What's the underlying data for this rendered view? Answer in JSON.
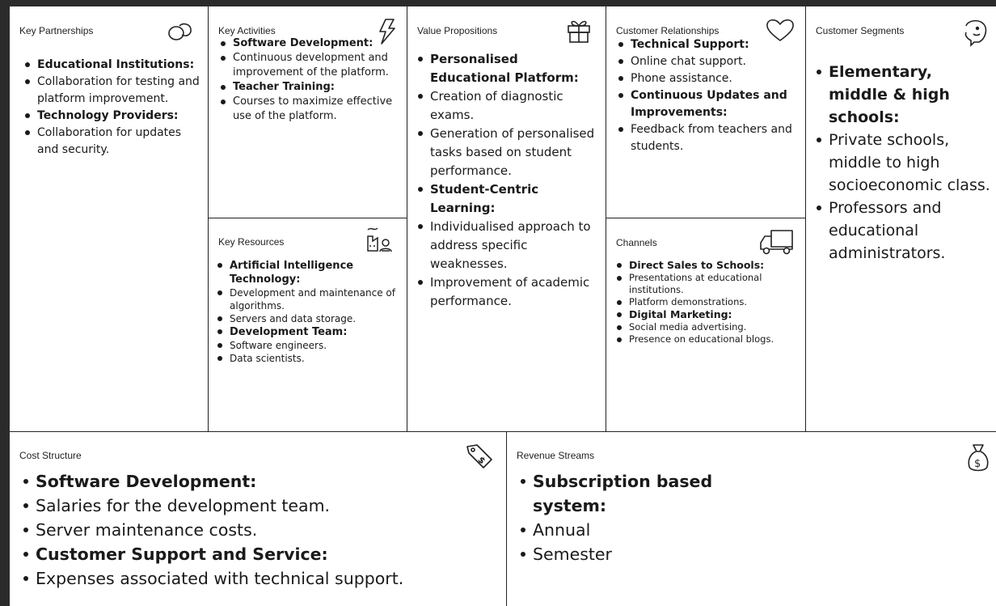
{
  "canvas": {
    "key_partnerships": {
      "title": "Key Partnerships",
      "icon": "link-icon",
      "items": [
        {
          "text": "Educational Institutions:",
          "bold": true
        },
        {
          "text": "Collaboration for testing and platform improvement.",
          "bold": false
        },
        {
          "text": "Technology Providers:",
          "bold": true
        },
        {
          "text": "Collaboration for updates and security.",
          "bold": false
        }
      ]
    },
    "key_activities": {
      "title": "Key Activities",
      "icon": "lightning-icon",
      "items": [
        {
          "text": "Software Development:",
          "bold": true
        },
        {
          "text": "Continuous development and improvement of the platform.",
          "bold": false
        },
        {
          "text": "Teacher Training:",
          "bold": true
        },
        {
          "text": "Courses to maximize effective use of the platform.",
          "bold": false
        }
      ]
    },
    "key_resources": {
      "title": "Key Resources",
      "icon": "factory-worker-icon",
      "items": [
        {
          "text": "Artificial Intelligence Technology:",
          "bold": true
        },
        {
          "text": "Development and maintenance of algorithms.",
          "bold": false
        },
        {
          "text": "Servers and data storage.",
          "bold": false
        },
        {
          "text": "Development Team:",
          "bold": true
        },
        {
          "text": "Software engineers.",
          "bold": false
        },
        {
          "text": "Data scientists.",
          "bold": false
        }
      ]
    },
    "value_propositions": {
      "title": "Value Propositions",
      "icon": "gift-icon",
      "items": [
        {
          "text": "Personalised Educational Platform:",
          "bold": true
        },
        {
          "text": "Creation of diagnostic exams.",
          "bold": false
        },
        {
          "text": "Generation of personalised tasks based on student performance.",
          "bold": false
        },
        {
          "text": "Student-Centric Learning:",
          "bold": true
        },
        {
          "text": "Individualised approach to address specific weaknesses.",
          "bold": false
        },
        {
          "text": "Improvement of academic performance.",
          "bold": false
        }
      ]
    },
    "customer_relationships": {
      "title": "Customer Relationships",
      "icon": "heart-icon",
      "items": [
        {
          "text": "Technical Support:",
          "bold": true
        },
        {
          "text": "Online chat support.",
          "bold": false
        },
        {
          "text": "Phone assistance.",
          "bold": false
        },
        {
          "text": "Continuous Updates and Improvements:",
          "bold": true
        },
        {
          "text": "Feedback from teachers and students.",
          "bold": false
        }
      ]
    },
    "channels": {
      "title": "Channels",
      "icon": "truck-icon",
      "items": [
        {
          "text": "Direct Sales to Schools:",
          "bold": true
        },
        {
          "text": "Presentations at educational institutions.",
          "bold": false
        },
        {
          "text": "Platform demonstrations.",
          "bold": false
        },
        {
          "text": "Digital Marketing:",
          "bold": true
        },
        {
          "text": "Social media advertising.",
          "bold": false
        },
        {
          "text": "Presence on educational blogs.",
          "bold": false
        }
      ]
    },
    "customer_segments": {
      "title": "Customer Segments",
      "icon": "face-icon",
      "items": [
        {
          "text": "Elementary, middle & high schools:",
          "bold": true
        },
        {
          "text": "Private schools, middle to high socioeconomic class.",
          "bold": false
        },
        {
          "text": "Professors and educational administrators.",
          "bold": false
        }
      ]
    },
    "cost_structure": {
      "title": "Cost Structure",
      "icon": "price-tag-icon",
      "items": [
        {
          "text": "Software Development:",
          "bold": true
        },
        {
          "text": "Salaries for the development team.",
          "bold": false
        },
        {
          "text": "Server maintenance costs.",
          "bold": false
        },
        {
          "text": "Customer Support and Service:",
          "bold": true
        },
        {
          "text": "Expenses associated with technical support.",
          "bold": false
        }
      ]
    },
    "revenue_streams": {
      "title": "Revenue Streams",
      "icon": "money-bag-icon",
      "items": [
        {
          "text": "Subscription based system:",
          "bold": true
        },
        {
          "text": "Annual",
          "bold": false
        },
        {
          "text": "Semester",
          "bold": false
        }
      ]
    }
  }
}
